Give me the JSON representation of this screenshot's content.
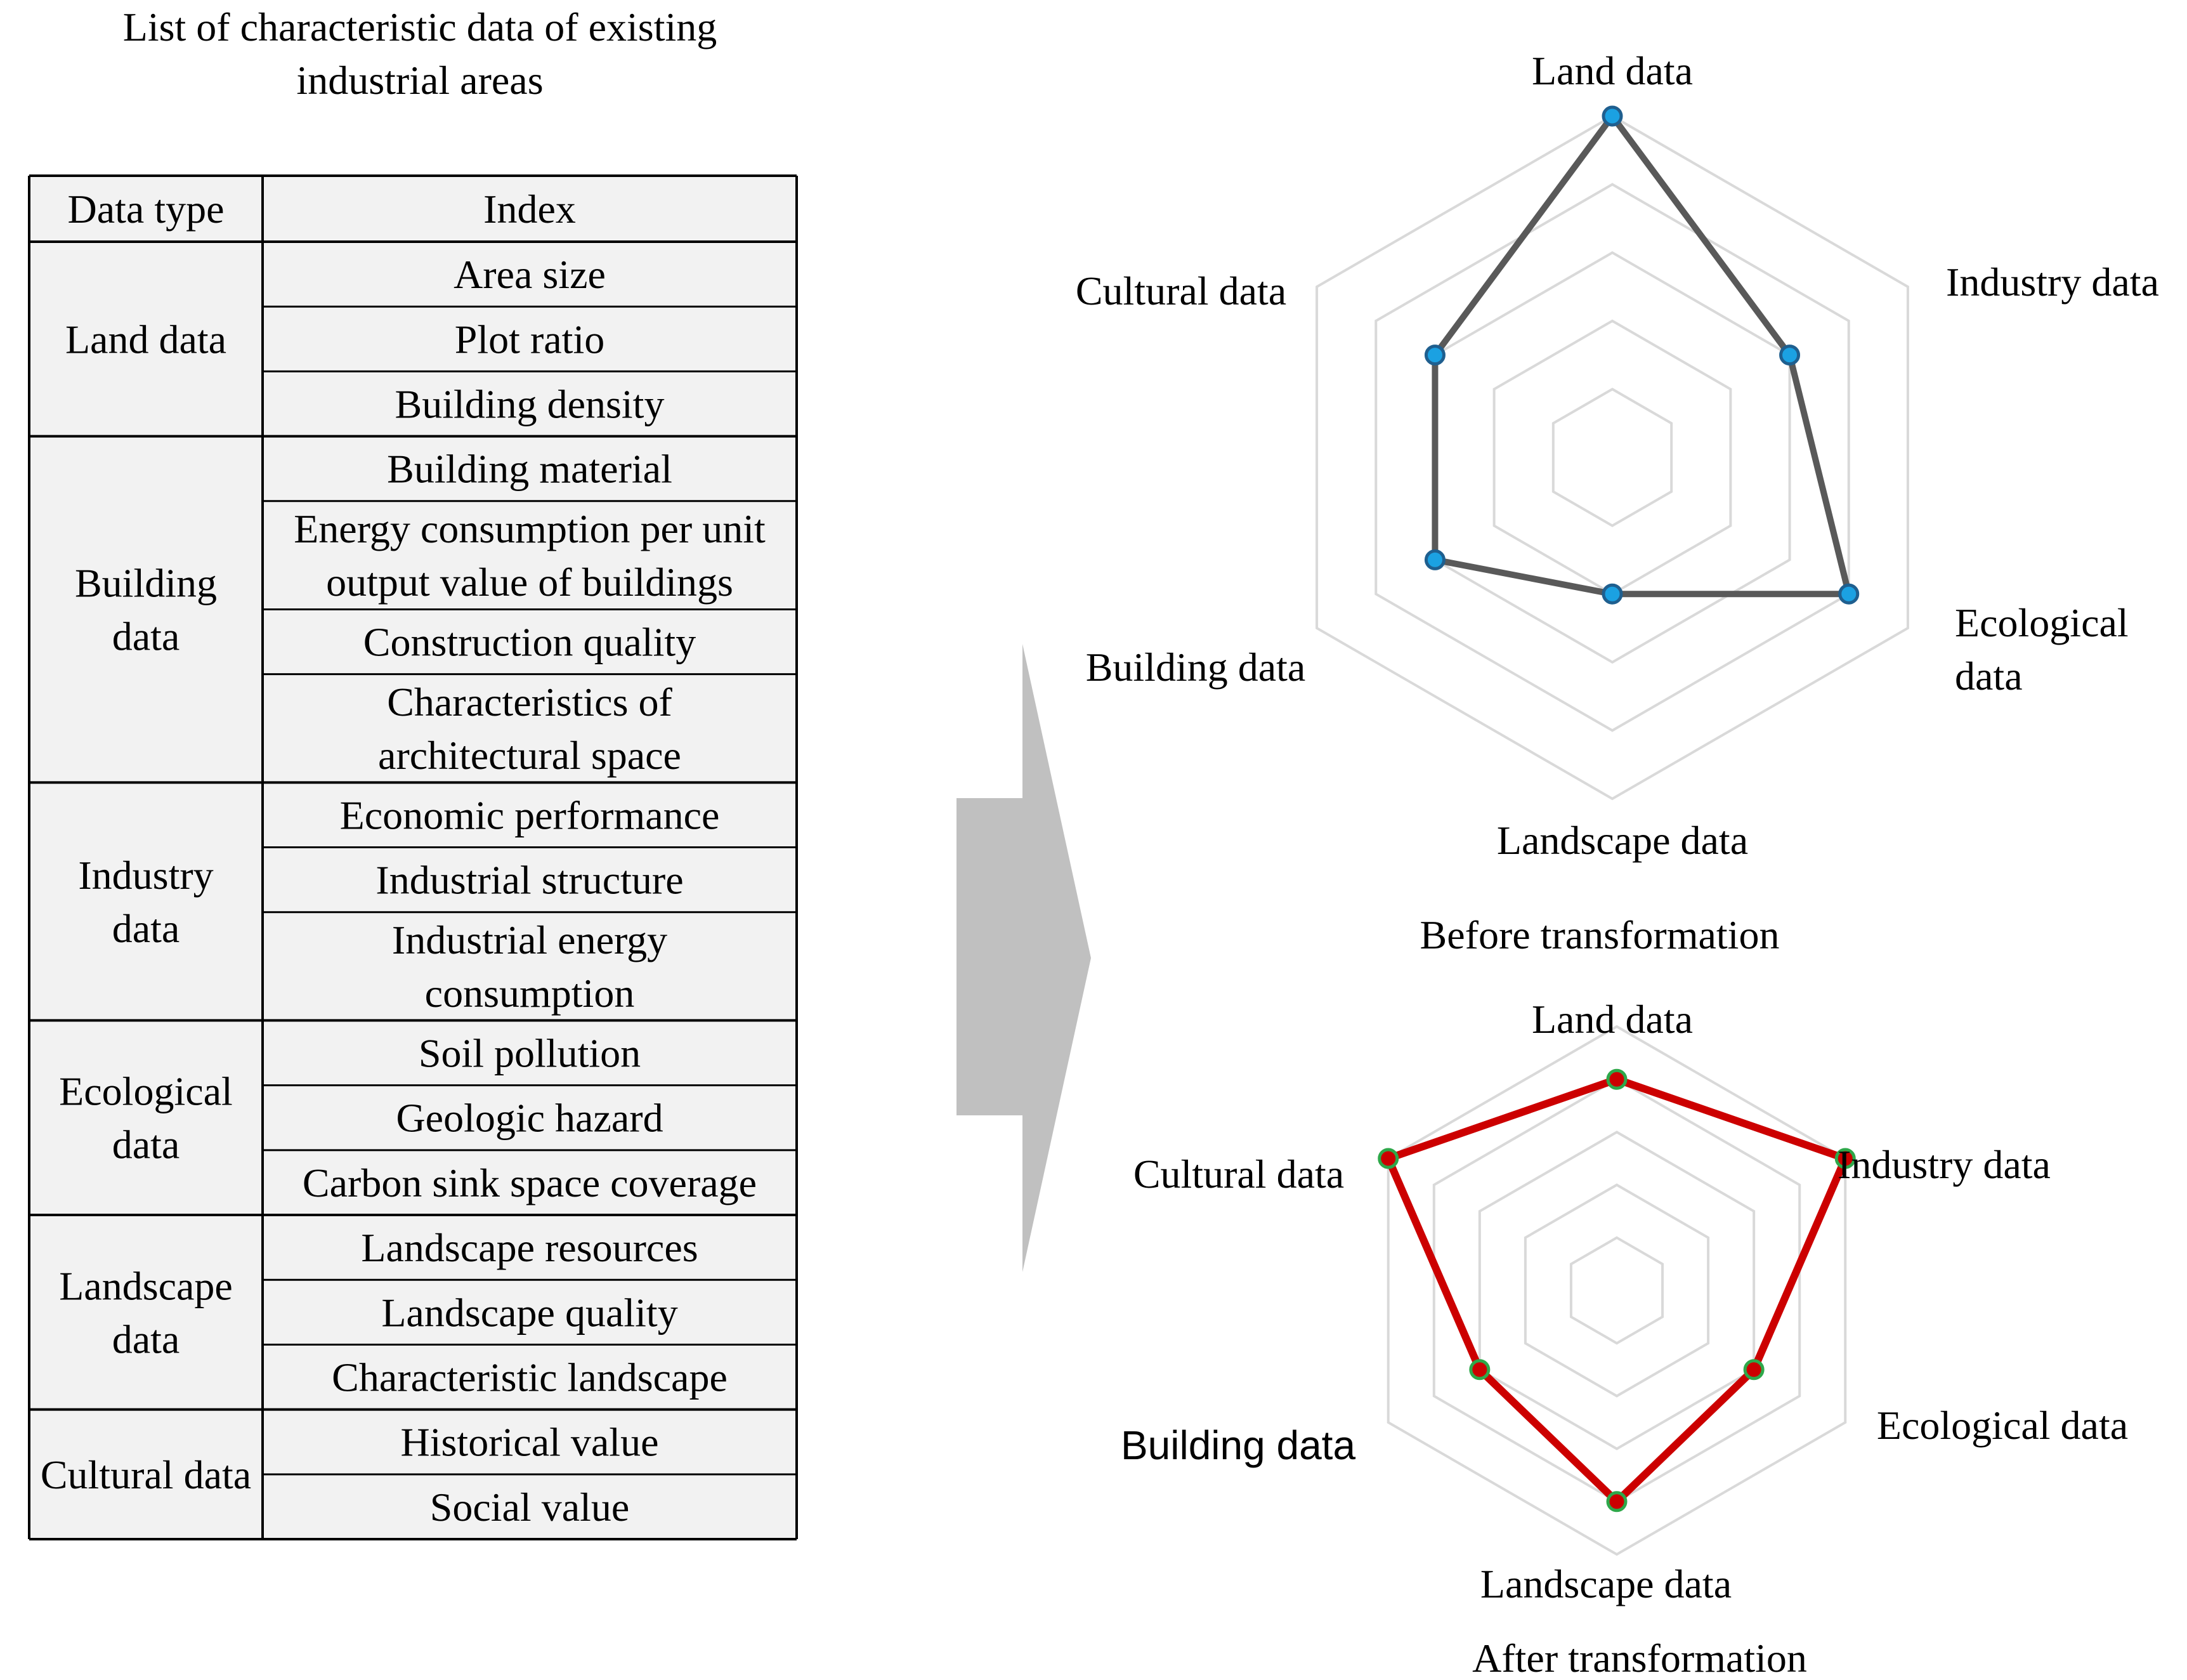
{
  "table": {
    "title_line1": "List of characteristic data of existing",
    "title_line2": "industrial areas",
    "header": {
      "data_type": "Data type",
      "index": "Index"
    },
    "groups": [
      {
        "type_lines": [
          "Land data"
        ],
        "indices": [
          [
            "Area size"
          ],
          [
            "Plot ratio"
          ],
          [
            "Building density"
          ]
        ]
      },
      {
        "type_lines": [
          "Building",
          "data"
        ],
        "indices": [
          [
            "Building material"
          ],
          [
            "Energy consumption per unit",
            "output value of buildings"
          ],
          [
            "Construction quality"
          ],
          [
            "Characteristics of",
            "architectural space"
          ]
        ]
      },
      {
        "type_lines": [
          "Industry",
          "data"
        ],
        "indices": [
          [
            "Economic performance"
          ],
          [
            "Industrial structure"
          ],
          [
            "Industrial energy",
            "consumption"
          ]
        ]
      },
      {
        "type_lines": [
          "Ecological",
          "data"
        ],
        "indices": [
          [
            "Soil pollution"
          ],
          [
            "Geologic hazard"
          ],
          [
            "Carbon sink space coverage"
          ]
        ]
      },
      {
        "type_lines": [
          "Landscape",
          "data"
        ],
        "indices": [
          [
            "Landscape resources"
          ],
          [
            "Landscape quality"
          ],
          [
            "Characteristic landscape"
          ]
        ]
      },
      {
        "type_lines": [
          "Cultural data"
        ],
        "indices": [
          [
            "Historical value"
          ],
          [
            "Social value"
          ]
        ]
      }
    ]
  },
  "chart_data": [
    {
      "type": "radar",
      "caption": "Before transformation",
      "axes": [
        "Land data",
        "Industry data",
        "Ecological data",
        "Landscape data",
        "Building data",
        "Cultural data"
      ],
      "axis_label_lines": [
        [
          "Land data"
        ],
        [
          "Industry data"
        ],
        [
          "Ecological",
          "data"
        ],
        [
          "Landscape data"
        ],
        [
          "Building data"
        ],
        [
          "Cultural data"
        ]
      ],
      "max": 5,
      "rings": 5,
      "values": [
        5,
        3,
        4,
        2,
        3,
        3
      ],
      "line_color": "#595959",
      "marker_fill": "#1ba1e2",
      "marker_edge": "#1f5f8f"
    },
    {
      "type": "radar",
      "caption": "After transformation",
      "axes": [
        "Land data",
        "Industry data",
        "Ecological data",
        "Landscape data",
        "Building data",
        "Cultural data"
      ],
      "axis_label_lines": [
        [
          "Land data"
        ],
        [
          "Industry data"
        ],
        [
          "Ecological data"
        ],
        [
          "Landscape data"
        ],
        [
          "Building data"
        ],
        [
          "Cultural data"
        ]
      ],
      "max": 5,
      "rings": 5,
      "values": [
        4,
        5,
        3,
        4,
        3,
        5
      ],
      "line_color": "#cc0000",
      "marker_fill": "#cc0000",
      "marker_edge": "#2ea84a"
    }
  ],
  "arrow": {
    "color": "#c0c0c0"
  }
}
